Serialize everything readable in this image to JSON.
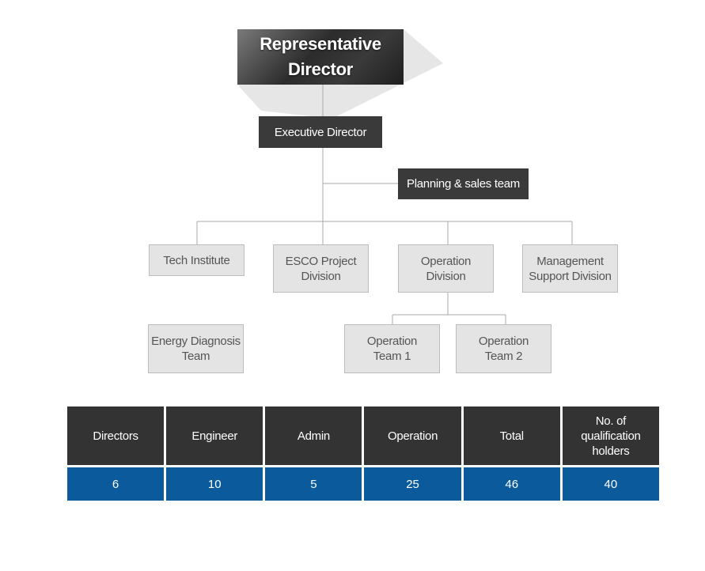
{
  "org": {
    "representative": {
      "line1": "Representative",
      "line2": "Director"
    },
    "executive": "Executive Director",
    "planning": "Planning & sales team",
    "divisions": {
      "tech": "Tech Institute",
      "esco": {
        "line1": "ESCO Project",
        "line2": "Division"
      },
      "operation": {
        "line1": "Operation",
        "line2": "Division"
      },
      "management": {
        "line1": "Management",
        "line2": "Support Division"
      }
    },
    "teams": {
      "energy": {
        "line1": "Energy Diagnosis",
        "line2": "Team"
      },
      "op1": {
        "line1": "Operation",
        "line2": "Team 1"
      },
      "op2": {
        "line1": "Operation",
        "line2": "Team 2"
      }
    }
  },
  "staff_table": {
    "headers": [
      "Directors",
      "Engineer",
      "Admin",
      "Operation",
      "Total",
      "No. of qualification holders"
    ],
    "values": [
      "6",
      "10",
      "5",
      "25",
      "46",
      "40"
    ]
  },
  "colors": {
    "dark_box": "#3a3a3a",
    "light_box": "#e4e4e4",
    "table_header": "#333333",
    "table_value": "#0b5a9c",
    "connector": "#aaaaaa"
  }
}
